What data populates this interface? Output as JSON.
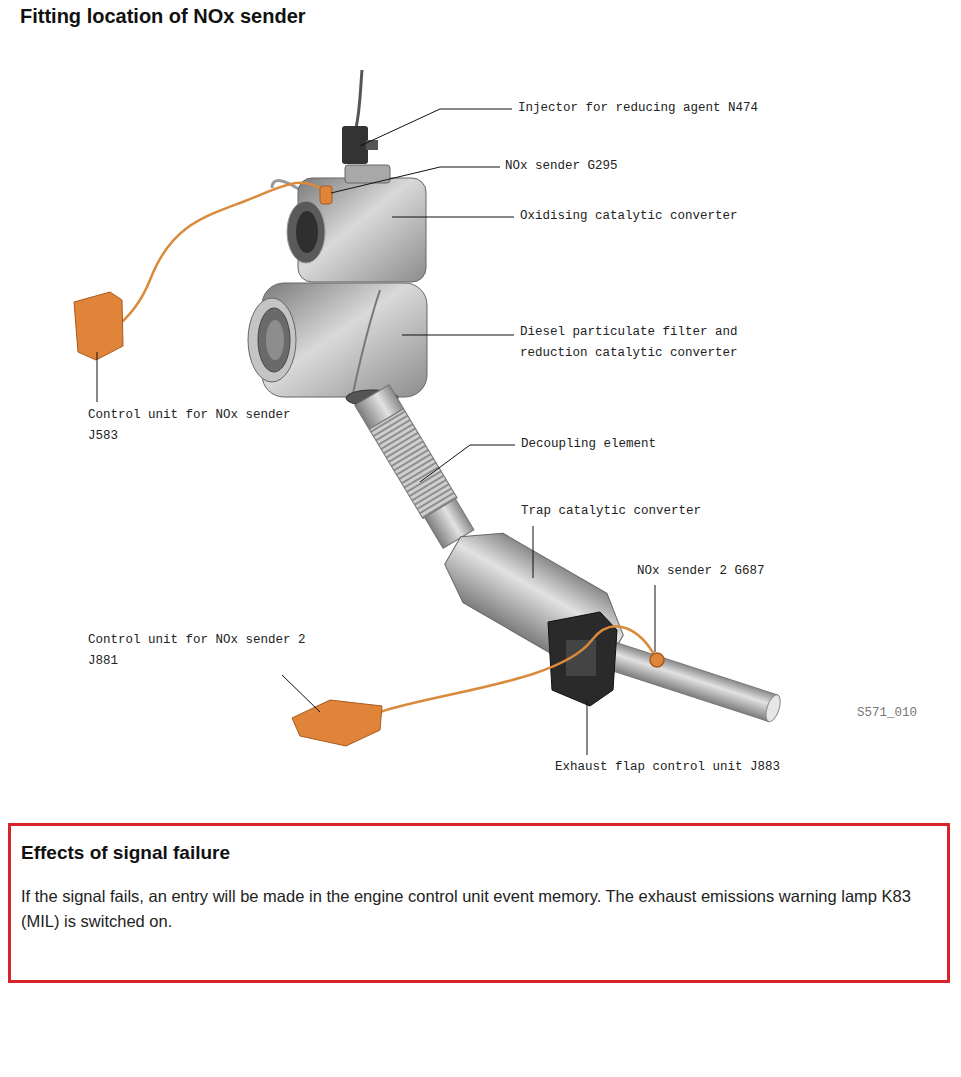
{
  "diagram": {
    "title": "Fitting location of NOx sender",
    "nodes": [
      {
        "text": [
          "Effects of signal failure",
          "If the signal fails, an entry will be made in the engine control unit event memory. The exhaust emissions warning lamp K83 (MIL) is switched on."
        ]
      }
    ],
    "labels": [
      "Injector for reducing agent N474",
      "NOx sender G295",
      "Oxidising catalytic converter",
      "Diesel particulate filter and reduction catalytic converter",
      "Control unit for NOx sender J583",
      "Decoupling element",
      "Trap catalytic converter",
      "NOx sender 2 G687",
      "Control unit for NOx sender 2 J881",
      "Exhaust flap control unit J883",
      "S571_010"
    ]
  }
}
